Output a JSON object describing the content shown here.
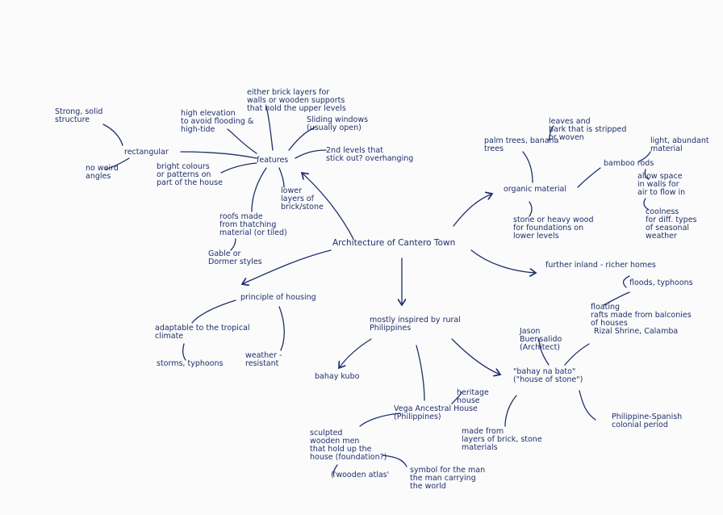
{
  "nodes": {
    "center": "Architecture of Cantero Town",
    "features": "features",
    "rectangular": "rectangular",
    "strong_solid": "Strong, solid\nstructure",
    "no_weird": "no weird\nangles",
    "high_elevation": "high elevation\nto avoid flooding &\nhigh-tide",
    "brick_layers": "either brick layers for\nwalls or wooden supports\nthat hold the upper levels",
    "sliding_windows": "Sliding windows\n(usually open)",
    "second_levels": "2nd levels that\nstick out? overhanging",
    "bright_colours": "bright colours\nor patterns on\npart of the house",
    "lower_layers": "lower\nlayers of\nbrick/stone",
    "roofs": "roofs made\nfrom thatching\nmaterial (or tiled)",
    "gable": "Gable or\nDormer styles",
    "principle": "principle of housing",
    "adaptable": "adaptable to the tropical\nclimate",
    "storms": "storms, typhoons",
    "weather_resistant": "weather -\nresistant",
    "mostly_inspired": "mostly inspired by rural\nPhilippines",
    "bahay_kubo": "bahay kubo",
    "vega": "Vega Ancestral House\n(Philippines)",
    "heritage": "heritage\nhouse",
    "sculpted": "sculpted\nwooden men\nthat hold up the\nhouse (foundation?)",
    "wooden_atlas": "('wooden atlas'",
    "symbol": "symbol for the man\nthe man carrying\nthe world",
    "bahay_na_bato": "\"bahay na bato\"\n(\"house of stone\")",
    "made_from": "made from\nlayers of brick, stone\nmaterials",
    "philippine_spanish": "Philippine-Spanish\ncolonial period",
    "rizal": "Rizal Shrine, Calamba",
    "jason": "Jason\nBuensalido\n(Architect)",
    "floating": "floating\nrafts made from balconies\nof houses",
    "floods": "floods, typhoons",
    "further_inland": "further inland - richer homes",
    "organic": "organic material",
    "stone_heavy": "stone or heavy wood\nfor foundations on\nlower levels",
    "palm_trees": "palm trees, banana\ntrees",
    "leaves_bark": "leaves and\nbark that is stripped\nor woven",
    "bamboo": "bamboo rods",
    "light_abundant": "light, abundant\nmaterial",
    "allow_space": "allow space\nin walls for\nair to flow in",
    "coolness": "coolness\nfor diff. types\nof seasonal\nweather"
  }
}
